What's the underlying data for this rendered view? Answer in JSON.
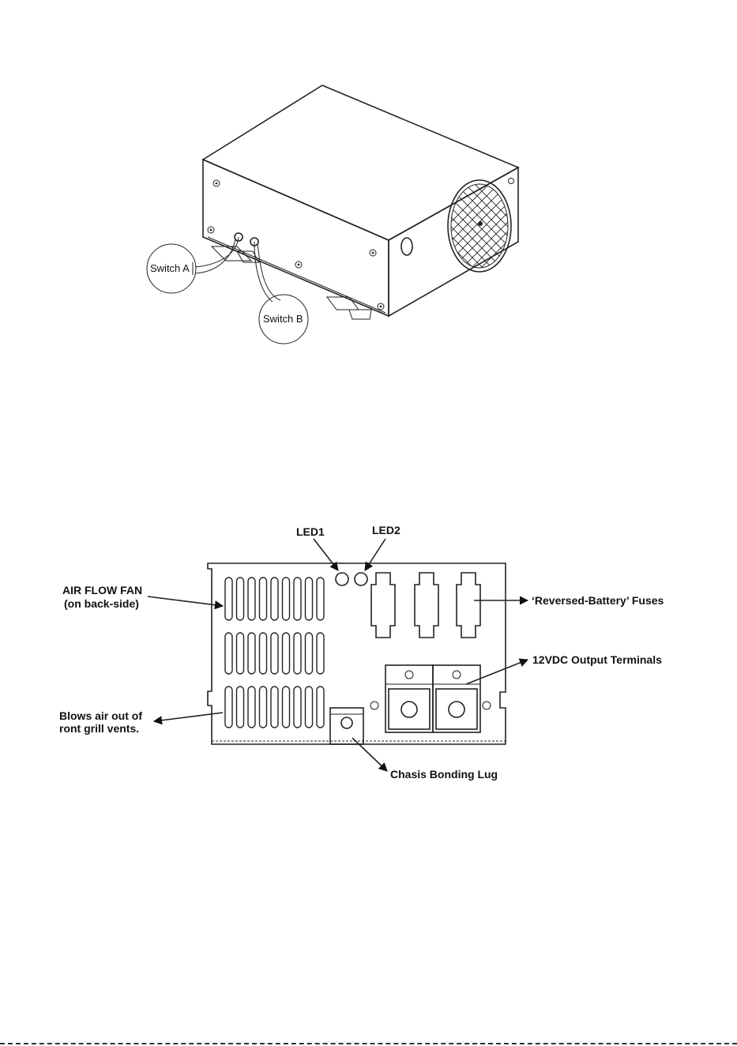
{
  "figure1": {
    "callouts": {
      "switch_a": "Switch A",
      "switch_b": "Switch B"
    }
  },
  "figure2": {
    "labels": {
      "led1": "LED1",
      "led2": "LED2",
      "air_flow_fan_line1": "AIR FLOW FAN",
      "air_flow_fan_line2": "(on back-side)",
      "reversed_battery_fuses": "‘Reversed-Battery’ Fuses",
      "output_terminals": "12VDC Output Terminals",
      "blows_air_line1": "Blows air out of",
      "blows_air_line2": "ront grill vents.",
      "chasis_bonding_lug": "Chasis Bonding Lug"
    }
  }
}
